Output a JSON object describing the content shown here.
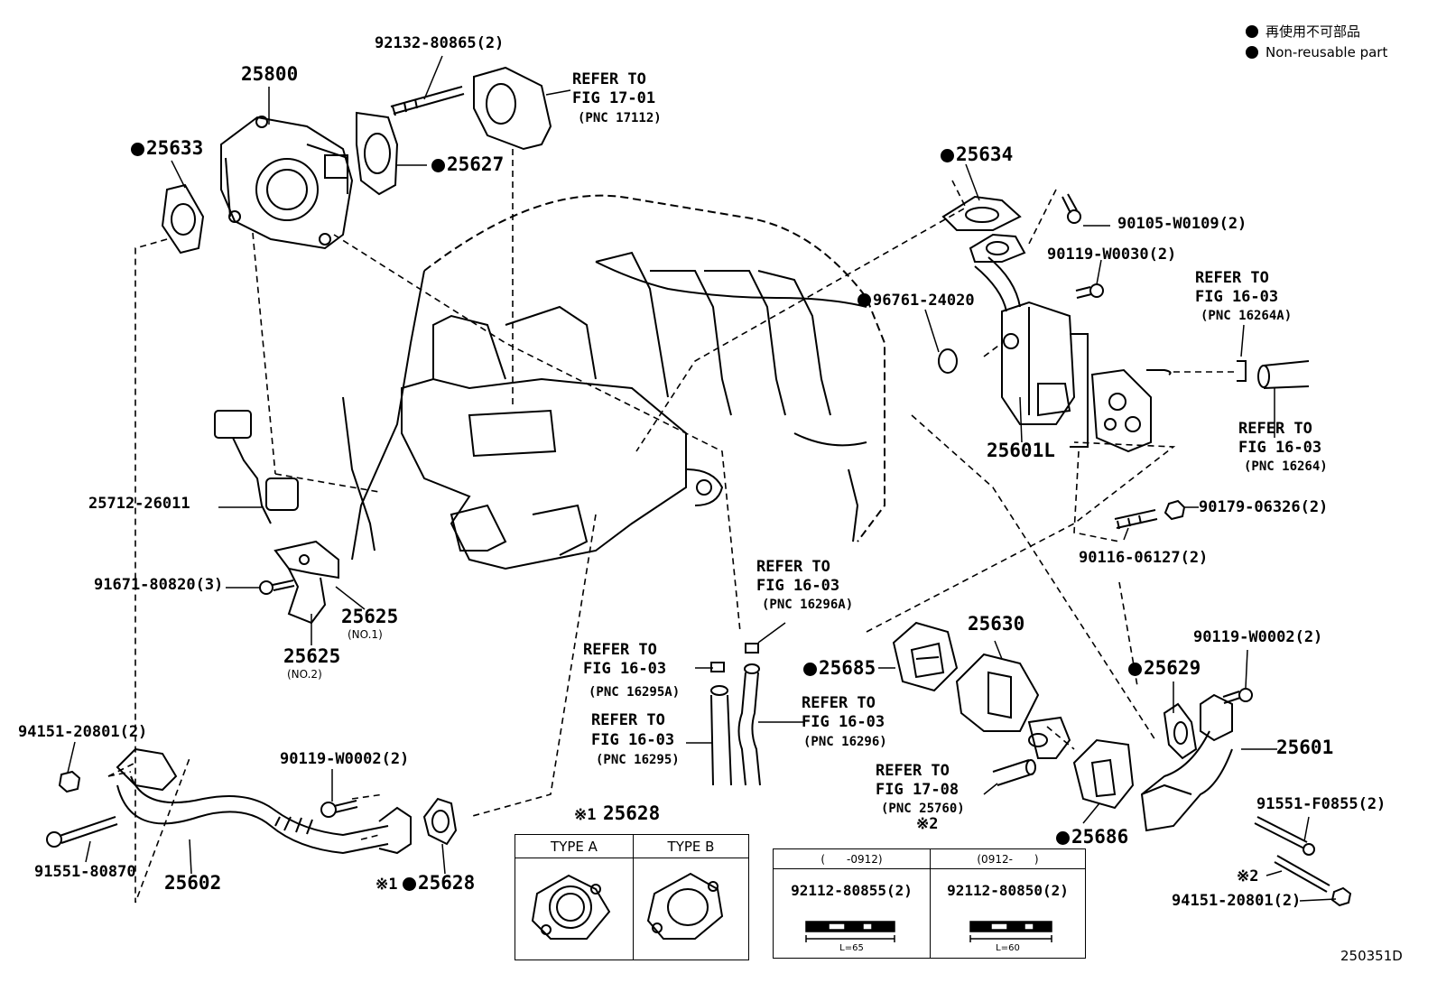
{
  "legend": {
    "jp": "再使用不可部品",
    "en": "Non-reusable part"
  },
  "figure_id": "250351D",
  "parts": {
    "p25800": "25800",
    "p92132": "92132-80865(2)",
    "refer_17_01": {
      "l1": "REFER TO",
      "l2": "FIG 17-01",
      "l3": "(PNC 17112)"
    },
    "p25633": "25633",
    "p25627": "25627",
    "p25634": "25634",
    "p90105": "90105-W0109(2)",
    "p90119a": "90119-W0030(2)",
    "refer_16264A": {
      "l1": "REFER TO",
      "l2": "FIG 16-03",
      "l3": "(PNC 16264A)"
    },
    "p96761": "96761-24020",
    "p25601L": "25601L",
    "refer_16264": {
      "l1": "REFER TO",
      "l2": "FIG 16-03",
      "l3": "(PNC 16264)"
    },
    "p90179": "90179-06326(2)",
    "p90116": "90116-06127(2)",
    "p25712": "25712-26011",
    "p91671": "91671-80820(3)",
    "p25625_1": "25625",
    "p25625_1_sub": "(NO.1)",
    "p25625_2": "25625",
    "p25625_2_sub": "(NO.2)",
    "refer_16296A": {
      "l1": "REFER TO",
      "l2": "FIG 16-03",
      "l3": "(PNC 16296A)"
    },
    "refer_16295A": {
      "l1": "REFER TO",
      "l2": "FIG 16-03",
      "l3": "(PNC 16295A)"
    },
    "refer_16295": {
      "l1": "REFER TO",
      "l2": "FIG 16-03",
      "l3": "(PNC 16295)"
    },
    "refer_16296": {
      "l1": "REFER TO",
      "l2": "FIG 16-03",
      "l3": "(PNC 16296)"
    },
    "p25630": "25630",
    "p25685": "25685",
    "p25629": "25629",
    "p90119b": "90119-W0002(2)",
    "p25601": "25601",
    "refer_25760": {
      "l1": "REFER TO",
      "l2": "FIG 17-08",
      "l3": "(PNC 25760)"
    },
    "p91551F": "91551-F0855(2)",
    "p25686": "25686",
    "note2_a": "※2",
    "note2_b": "※2",
    "p94151b": "94151-20801(2)",
    "p94151a": "94151-20801(2)",
    "p90119c": "90119-W0002(2)",
    "p91551": "91551-80870",
    "p25602": "25602",
    "p25628_prefix": "※1",
    "p25628": "25628",
    "p25628_head_prefix": "※1",
    "p25628_head": "25628"
  },
  "type_table": {
    "type_a": "TYPE A",
    "type_b": "TYPE B"
  },
  "bolt_table": {
    "col1_head": "(　　-0912)",
    "col2_head": "(0912-　　)",
    "col1_part": "92112-80855(2)",
    "col2_part": "92112-80850(2)",
    "col1_len": "L=65",
    "col2_len": "L=60"
  }
}
